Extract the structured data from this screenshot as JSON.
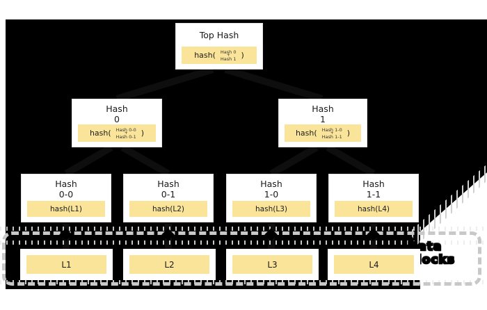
{
  "colors": {
    "page_background": "#ffffff",
    "diagram_background": "#000000",
    "node_background": "#ffffff",
    "highlight_yellow": "#fae49a",
    "dash_border_gray": "#c8c8c8",
    "text": "#1a1a1a",
    "label_text": "#000000"
  },
  "root": {
    "title": "Top Hash",
    "fn_open": "hash(",
    "operand_top": "Hash 0",
    "operator": "+",
    "operand_bottom": "Hash 1",
    "fn_close": ")"
  },
  "internal": [
    {
      "title": "Hash",
      "subtitle": "0",
      "fn_open": "hash(",
      "operand_top": "Hash 0-0",
      "operator": "+",
      "operand_bottom": "Hash 0-1",
      "fn_close": ")"
    },
    {
      "title": "Hash",
      "subtitle": "1",
      "fn_open": "hash(",
      "operand_top": "Hash 1-0",
      "operator": "+",
      "operand_bottom": "Hash 1-1",
      "fn_close": ")"
    }
  ],
  "leaves": [
    {
      "title": "Hash",
      "subtitle": "0-0",
      "fn": "hash(L1)"
    },
    {
      "title": "Hash",
      "subtitle": "0-1",
      "fn": "hash(L2)"
    },
    {
      "title": "Hash",
      "subtitle": "1-0",
      "fn": "hash(L3)"
    },
    {
      "title": "Hash",
      "subtitle": "1-1",
      "fn": "hash(L4)"
    }
  ],
  "blocks": [
    {
      "label": "L1"
    },
    {
      "label": "L2"
    },
    {
      "label": "L3"
    },
    {
      "label": "L4"
    }
  ],
  "data_blocks_label": {
    "line1": "Data",
    "line2": "Blocks"
  }
}
